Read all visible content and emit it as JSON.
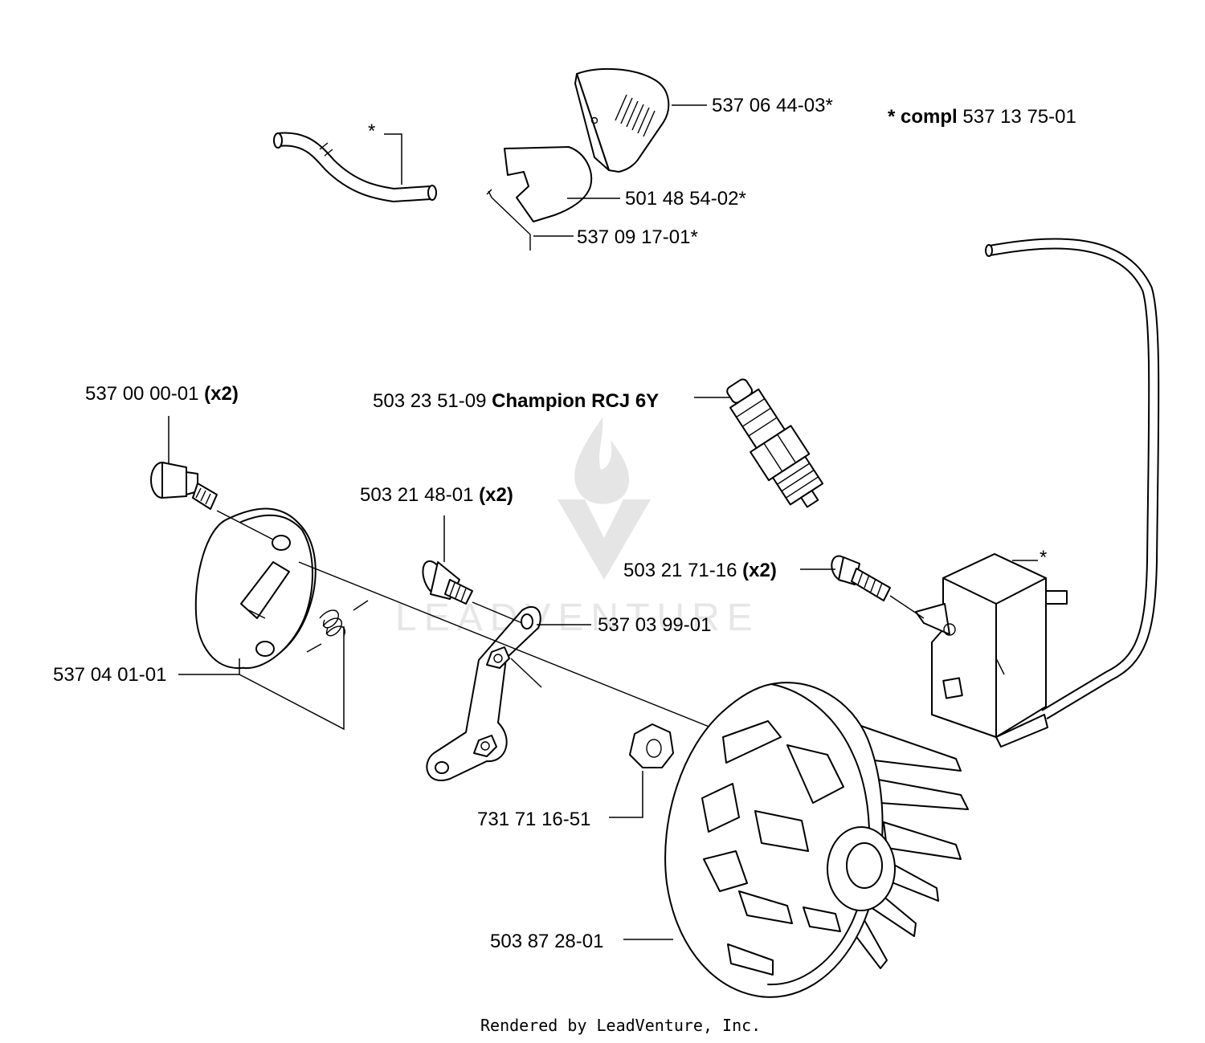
{
  "watermark": {
    "text": "LEADVENTURE",
    "color": "#e6e6e6",
    "icons": [
      "flame-icon",
      "v-chevron-icon"
    ]
  },
  "note": {
    "asterisk": "*",
    "bold": "compl",
    "value": "537 13 75-01"
  },
  "callouts": {
    "tube_marker": "*",
    "module_marker": "*",
    "cover_cap": "537 06 44-03*",
    "cover_plate": "501 48 54-02*",
    "cover_wire": "537 09 17-01*",
    "shoulder_bolt": {
      "number": "537 00 00-01",
      "qty": "(x2)"
    },
    "spark_plug": {
      "number": "503 23 51-09",
      "name": "Champion RCJ 6Y"
    },
    "screw_small": {
      "number": "503 21 48-01",
      "qty": "(x2)"
    },
    "module_screw": {
      "number": "503 21 71-16",
      "qty": "(x2)"
    },
    "link_arm": "537 03 99-01",
    "clutch_shoe": "537 04 01-01",
    "nut": "731 71 16-51",
    "flywheel": "503 87 28-01"
  },
  "footer": "Rendered by LeadVenture, Inc."
}
